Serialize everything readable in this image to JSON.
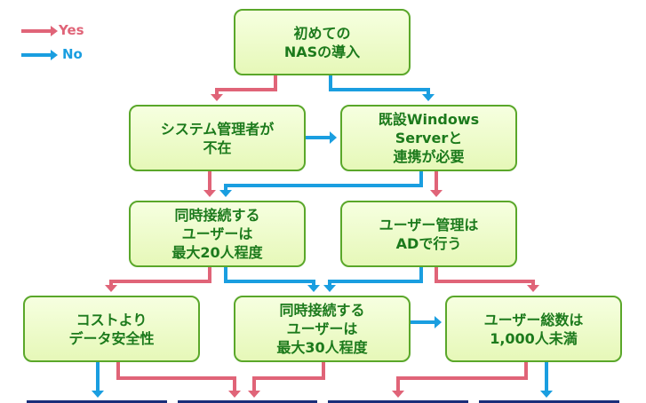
{
  "legend": [
    {
      "label": "Yes",
      "color": "#e06478"
    },
    {
      "label": "No",
      "color": "#1a9ee0"
    }
  ],
  "colors": {
    "yes": "#e06478",
    "no": "#1a9ee0",
    "node_border": "#5aa72a",
    "node_text": "#1c7a1c",
    "bottom_bar": "#1a2e7a"
  },
  "nodes": {
    "first_nas": {
      "label": "初めての\nNASの導入"
    },
    "no_admin": {
      "label": "システム管理者が\n不在"
    },
    "windows_server": {
      "label": "既設Windows\nServerと\n連携が必要"
    },
    "users_20": {
      "label": "同時接続する\nユーザーは\n最大20人程度"
    },
    "ad_management": {
      "label": "ユーザー管理は\nADで行う"
    },
    "data_safety": {
      "label": "コストより\nデータ安全性"
    },
    "users_30": {
      "label": "同時接続する\nユーザーは\n最大30人程度"
    },
    "total_users": {
      "label": "ユーザー総数は\n1,000人未満"
    }
  },
  "edges": [
    {
      "from": "first_nas",
      "to": "no_admin",
      "type": "yes"
    },
    {
      "from": "first_nas",
      "to": "windows_server",
      "type": "no"
    },
    {
      "from": "no_admin",
      "to": "windows_server",
      "type": "no"
    },
    {
      "from": "no_admin",
      "to": "users_20",
      "type": "yes"
    },
    {
      "from": "windows_server",
      "to": "users_20",
      "type": "no"
    },
    {
      "from": "windows_server",
      "to": "ad_management",
      "type": "yes"
    },
    {
      "from": "users_20",
      "to": "data_safety",
      "type": "yes"
    },
    {
      "from": "users_20",
      "to": "users_30",
      "type": "no"
    },
    {
      "from": "ad_management",
      "to": "users_30",
      "type": "no"
    },
    {
      "from": "ad_management",
      "to": "total_users",
      "type": "yes"
    },
    {
      "from": "users_30",
      "to": "total_users",
      "type": "no"
    },
    {
      "from": "data_safety",
      "to": "result_1",
      "type": "no"
    },
    {
      "from": "data_safety",
      "to": "result_2",
      "type": "yes"
    },
    {
      "from": "users_30",
      "to": "result_2",
      "type": "yes"
    },
    {
      "from": "total_users",
      "to": "result_3",
      "type": "yes"
    },
    {
      "from": "total_users",
      "to": "result_4",
      "type": "no"
    }
  ]
}
